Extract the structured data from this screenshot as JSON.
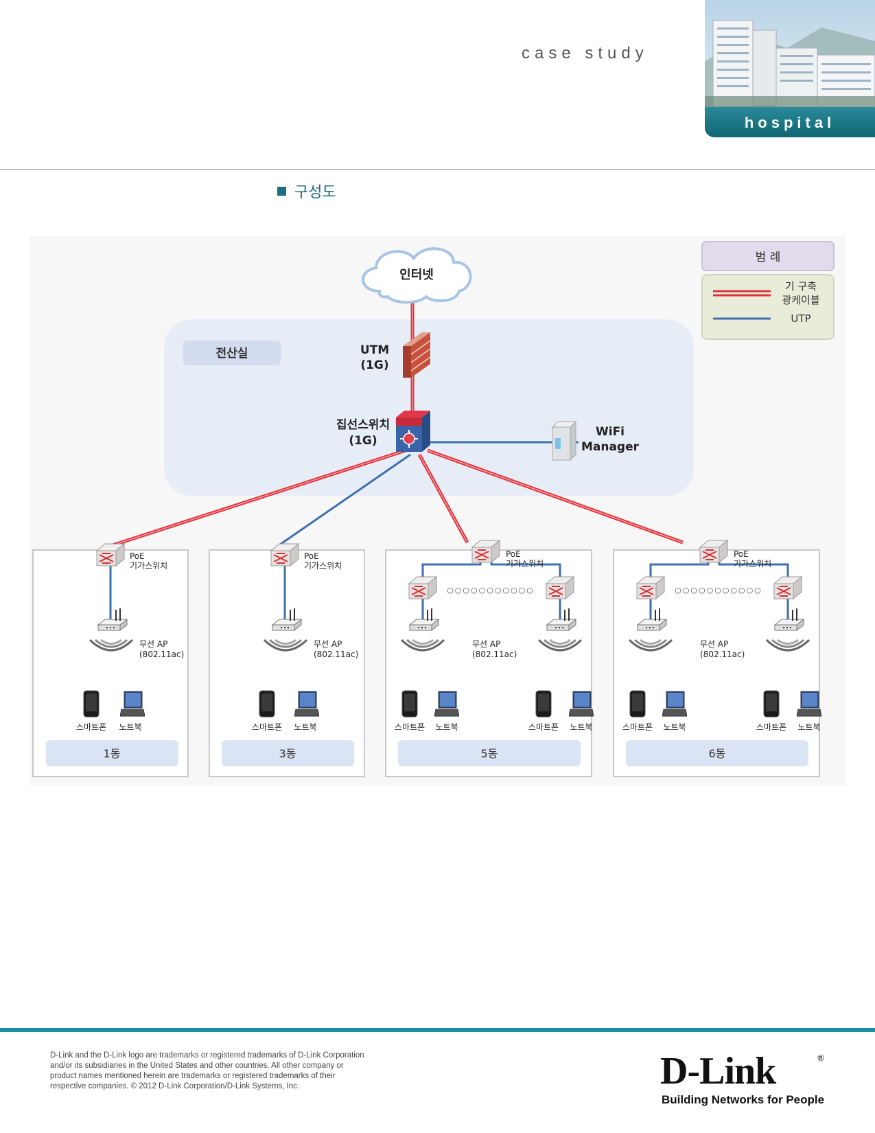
{
  "header": {
    "category": "case study",
    "hero_label": "hospital"
  },
  "section": {
    "title": "구성도"
  },
  "diagram": {
    "internet": "인터넷",
    "server_room": "전산실",
    "utm": {
      "name": "UTM",
      "speed": "(1G)"
    },
    "core_switch": {
      "name": "집선스위치",
      "speed": "(1G)"
    },
    "wifi_manager": {
      "line1": "WiFi",
      "line2": "Manager"
    },
    "legend": {
      "title": "범 례",
      "fiber_l1": "기 구축",
      "fiber_l2": "광케이블",
      "utp": "UTP",
      "fiber_color": "#e0323c",
      "utp_color": "#3e6fb0"
    },
    "poe_switch": {
      "l1": "PoE",
      "l2": "기가스위치"
    },
    "ap": {
      "l1": "무선 AP",
      "l2": "(802.11ac)"
    },
    "smartphone": "스마트폰",
    "laptop": "노트북",
    "dots": "○○○○○○○○○○○",
    "buildings": [
      "1동",
      "3동",
      "5동",
      "6동"
    ]
  },
  "footer": {
    "line1": "D-Link and the D-Link logo are trademarks or registered trademarks of D-Link Corporation",
    "line2": "and/or its subsidiaries in the United States and other countries. All other company or",
    "line3": "product names mentioned herein are trademarks or registered trademarks of their",
    "line4": "respective companies. © 2012 D-Link Corporation/D-Link Systems, Inc.",
    "logo_word": "D-Link",
    "logo_reg": "®",
    "logo_tag": "Building Networks for People"
  }
}
